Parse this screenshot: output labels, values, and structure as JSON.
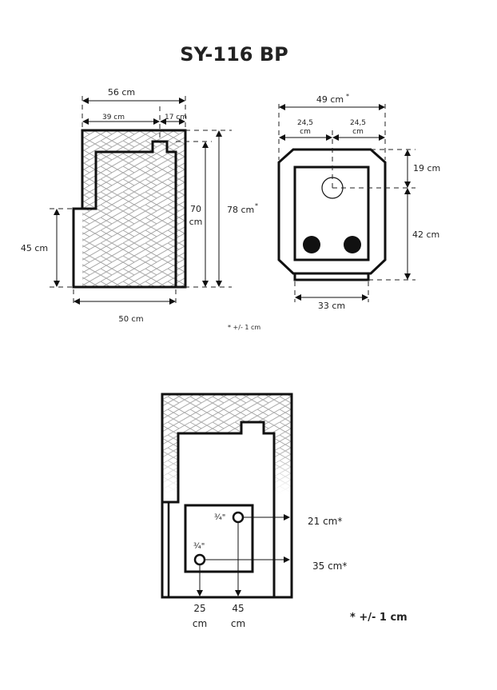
{
  "title": "SY-116 BP",
  "side_view": {
    "width_total": "56 cm",
    "width_left": "39 cm",
    "width_right": "17 cm",
    "inner_height_value": "70",
    "inner_height_unit": "cm",
    "total_height": "78 cm",
    "total_height_mark": "*",
    "step_height": "45 cm",
    "base_width": "50 cm",
    "tolerance": "* +/- 1 cm"
  },
  "top_view": {
    "width_total": "49 cm",
    "width_total_mark": "*",
    "half_left_value": "24,5",
    "half_left_unit": "cm",
    "half_right_value": "24,5",
    "half_right_unit": "cm",
    "depth_front": "19 cm",
    "depth_rear": "42 cm",
    "base_width": "33 cm"
  },
  "connection_view": {
    "pipe_top_size": "¾\"",
    "pipe_bottom_size": "¾\"",
    "height_top": "21 cm*",
    "height_bottom": "35 cm*",
    "offset_left_value": "25",
    "offset_left_unit": "cm",
    "offset_right_value": "45",
    "offset_right_unit": "cm",
    "tolerance": "* +/- 1 cm"
  }
}
